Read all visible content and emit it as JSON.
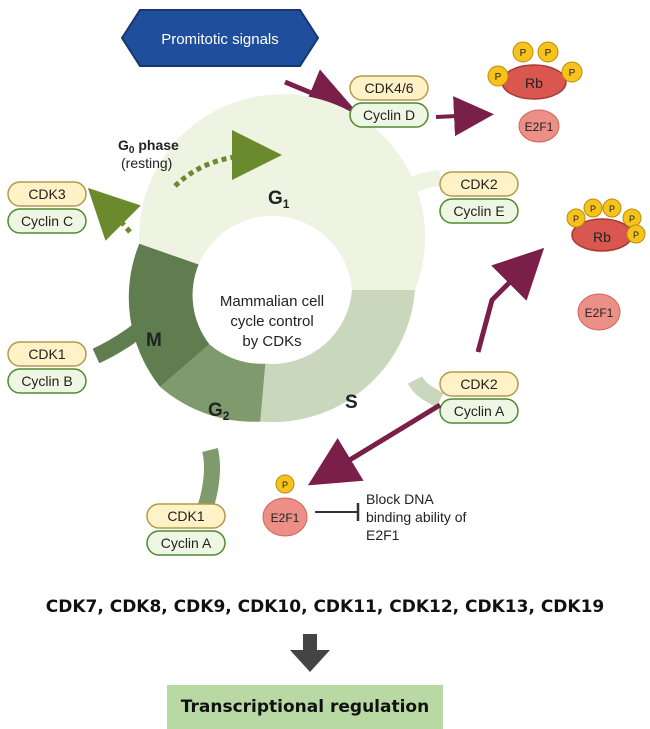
{
  "signal": {
    "label": "Promitotic signals"
  },
  "center": {
    "line1": "Mammalian cell",
    "line2": "cycle control",
    "line3": "by CDKs"
  },
  "phases": {
    "g1": "G",
    "g1_sub": "1",
    "s": "S",
    "g2": "G",
    "g2_sub": "2",
    "m": "M"
  },
  "g0": {
    "title_g": "G",
    "title_sub": "0",
    "title_rest": " phase",
    "subtitle": "(resting)"
  },
  "complexes": {
    "cdk46": {
      "cdk": "CDK4/6",
      "cyclin": "Cyclin D"
    },
    "cdk2e": {
      "cdk": "CDK2",
      "cyclin": "Cyclin E"
    },
    "cdk3": {
      "cdk": "CDK3",
      "cyclin": "Cyclin C"
    },
    "cdk1b": {
      "cdk": "CDK1",
      "cyclin": "Cyclin B"
    },
    "cdk2a": {
      "cdk": "CDK2",
      "cyclin": "Cyclin A"
    },
    "cdk1a": {
      "cdk": "CDK1",
      "cyclin": "Cyclin A"
    }
  },
  "proteins": {
    "rb": "Rb",
    "e2f1": "E2F1",
    "phospho": "P"
  },
  "block": {
    "line1": "Block DNA",
    "line2": "binding ability of",
    "line3": "E2F1"
  },
  "footer": {
    "cdk_list": "CDK7, CDK8, CDK9, CDK10, CDK11, CDK12, CDK13, CDK19",
    "result": "Transcriptional regulation"
  },
  "colors": {
    "signal_fill": "#1f4e9c",
    "arrow": "#7a1f4a",
    "g0_arrow": "#6b8a2e",
    "g1": "#eef3e2",
    "s": "#c9d8bd",
    "g2": "#7f9a6c",
    "m": "#5f7d4e",
    "cdk_fill": "#fff2c6",
    "cdk_stroke": "#b39a4a",
    "cyclin_fill": "#eef7e3",
    "cyclin_stroke": "#4f8a2e",
    "rb": "#d9574e",
    "e2f1": "#ec8f86",
    "phospho": "#f6c21b",
    "result_box": "#b9d9a4"
  }
}
